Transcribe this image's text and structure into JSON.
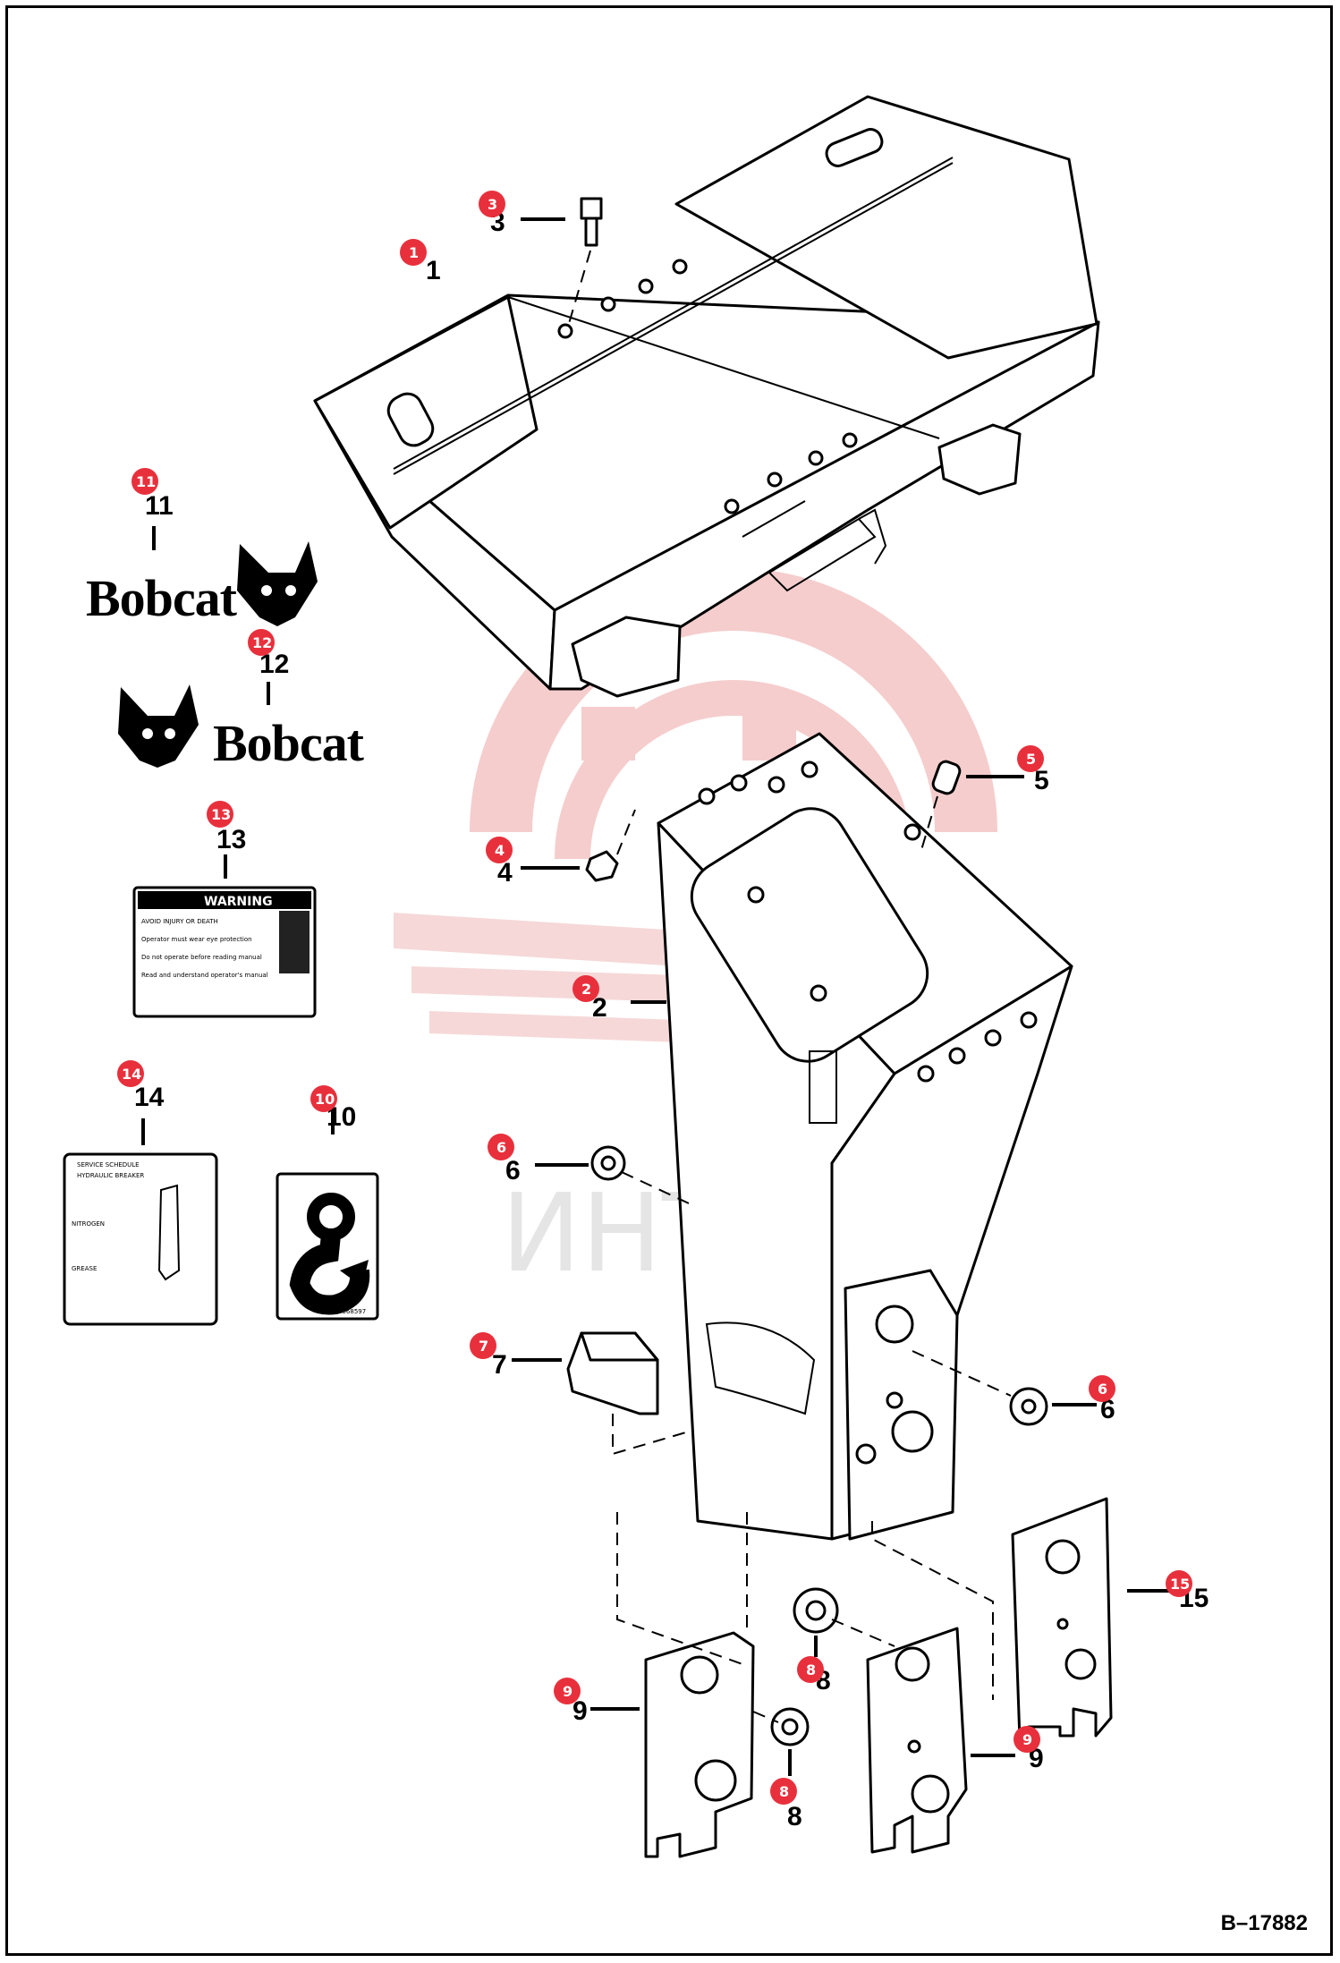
{
  "callouts": [
    {
      "id": "c1",
      "num": "1"
    },
    {
      "id": "c2",
      "num": "2"
    },
    {
      "id": "c3",
      "num": "3"
    },
    {
      "id": "c4",
      "num": "4"
    },
    {
      "id": "c5",
      "num": "5"
    },
    {
      "id": "c6a",
      "num": "6"
    },
    {
      "id": "c6b",
      "num": "6"
    },
    {
      "id": "c7",
      "num": "7"
    },
    {
      "id": "c8a",
      "num": "8"
    },
    {
      "id": "c8b",
      "num": "8"
    },
    {
      "id": "c9a",
      "num": "9"
    },
    {
      "id": "c9b",
      "num": "9"
    },
    {
      "id": "c10",
      "num": "10"
    },
    {
      "id": "c11",
      "num": "11"
    },
    {
      "id": "c12",
      "num": "12"
    },
    {
      "id": "c13",
      "num": "13"
    },
    {
      "id": "c14",
      "num": "14"
    },
    {
      "id": "c15",
      "num": "15"
    }
  ],
  "decals": {
    "bobcat_text": "Bobcat",
    "warning_title": "WARNING",
    "warning_lines": [
      "AVOID INJURY OR DEATH",
      "Operator must wear eye protection",
      "Do not operate before reading manual",
      "Read and understand operator's manual"
    ],
    "service_title_1": "SERVICE SCHEDULE",
    "service_title_2": "HYDRAULIC BREAKER",
    "service_nitrogen": "NITROGEN",
    "service_grease": "GREASE",
    "hook_code": "6568597"
  },
  "watermark_text": "ИНТЕХ",
  "figure_ref": "B–17882",
  "colors": {
    "callout": "#e8303c",
    "line": "#000000",
    "watermark": "#f3c6c6"
  }
}
